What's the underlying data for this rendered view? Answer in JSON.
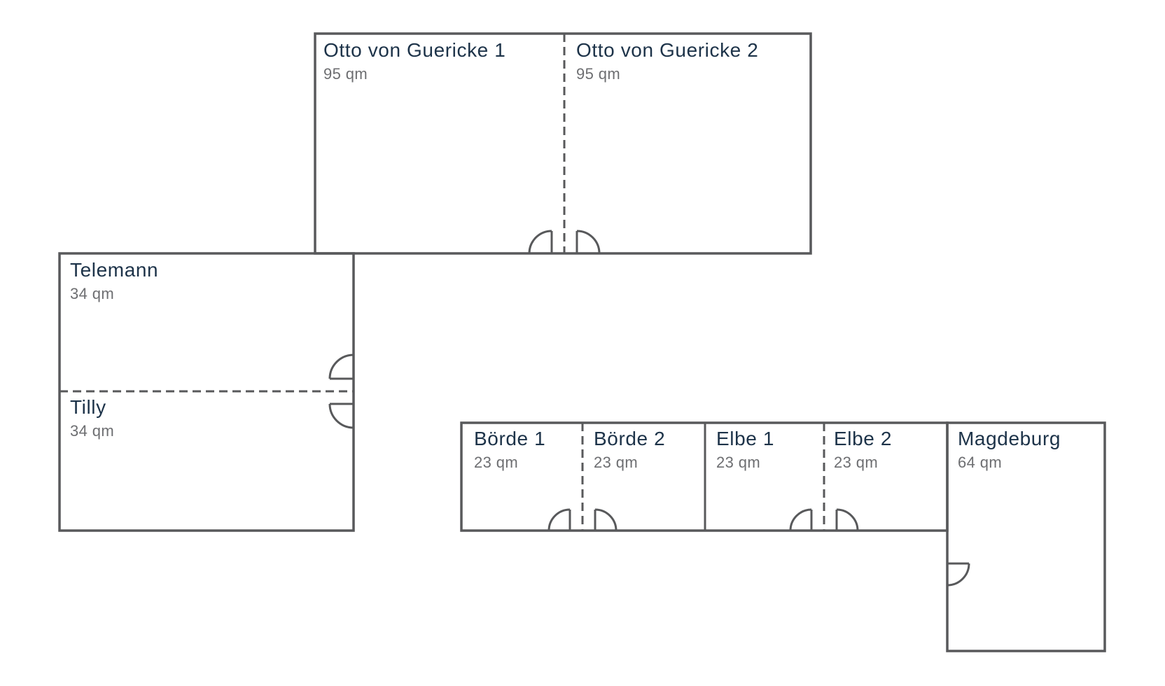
{
  "diagram": {
    "type": "floor-plan",
    "unit": "qm"
  },
  "colors": {
    "wall": "#58595b",
    "room_name": "#1d3349",
    "area_text": "#6d6e71",
    "background": "#ffffff"
  },
  "rooms": [
    {
      "id": "otto-von-guericke-1",
      "name": "Otto von Guericke 1",
      "area": "95 qm"
    },
    {
      "id": "otto-von-guericke-2",
      "name": "Otto von Guericke 2",
      "area": "95 qm"
    },
    {
      "id": "telemann",
      "name": "Telemann",
      "area": "34 qm"
    },
    {
      "id": "tilly",
      "name": "Tilly",
      "area": "34 qm"
    },
    {
      "id": "boerde-1",
      "name": "Börde 1",
      "area": "23 qm"
    },
    {
      "id": "boerde-2",
      "name": "Börde 2",
      "area": "23 qm"
    },
    {
      "id": "elbe-1",
      "name": "Elbe 1",
      "area": "23 qm"
    },
    {
      "id": "elbe-2",
      "name": "Elbe 2",
      "area": "23 qm"
    },
    {
      "id": "magdeburg",
      "name": "Magdeburg",
      "area": "64 qm"
    }
  ]
}
